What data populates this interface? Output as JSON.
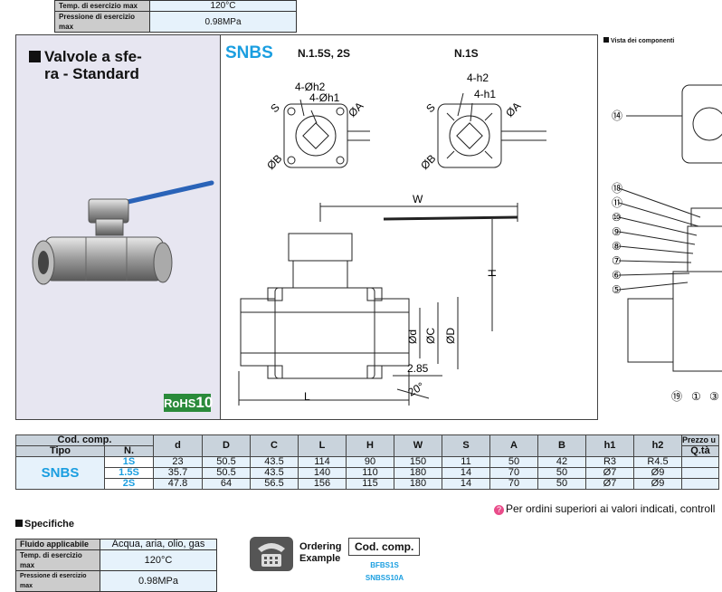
{
  "top_spec": {
    "rows": [
      {
        "key": "Temp. di esercizio max",
        "value": "120°C"
      },
      {
        "key": "Pressione di esercizio max",
        "value": "0.98MPa"
      }
    ]
  },
  "panel": {
    "title_line1": "Valvole a sfe-",
    "title_line2": "ra - Standard",
    "rohs_text": "RoHS",
    "rohs_num": "10",
    "series": "SNBS",
    "label_n15s": "N.1.5S, 2S",
    "label_n1s": "N.1S",
    "vista": "Vista dei componenti"
  },
  "drawing_labels": {
    "h2_a": "4-Øh2",
    "h1_a": "4-Øh1",
    "s": "S",
    "a": "ØA",
    "b": "ØB",
    "h2_b": "4-h2",
    "h1_b": "4-h1",
    "w": "W",
    "h": "H",
    "d": "Ød",
    "c": "ØC",
    "D": "ØD",
    "dim285": "2.85",
    "angle": "20°",
    "l": "L",
    "parts": [
      "⑭",
      "⑱",
      "⑪",
      "⑩",
      "⑨",
      "⑧",
      "⑦",
      "⑥",
      "⑤",
      "⑲",
      "①",
      "③"
    ]
  },
  "table": {
    "h_codcomp": "Cod. comp.",
    "h_tipo": "Tipo",
    "h_n": "N.",
    "cols": [
      "d",
      "D",
      "C",
      "L",
      "H",
      "W",
      "S",
      "A",
      "B",
      "h1",
      "h2"
    ],
    "h_prezzo": "Prezzo u",
    "h_qta": "Q.tà",
    "tipo": "SNBS",
    "rows": [
      {
        "n": "1S",
        "vals": [
          "23",
          "50.5",
          "43.5",
          "114",
          "90",
          "150",
          "11",
          "50",
          "42",
          "R3",
          "R4.5"
        ]
      },
      {
        "n": "1.5S",
        "vals": [
          "35.7",
          "50.5",
          "43.5",
          "140",
          "110",
          "180",
          "14",
          "70",
          "50",
          "Ø7",
          "Ø9"
        ]
      },
      {
        "n": "2S",
        "vals": [
          "47.8",
          "64",
          "56.5",
          "156",
          "115",
          "180",
          "14",
          "70",
          "50",
          "Ø7",
          "Ø9"
        ]
      }
    ]
  },
  "note": "Per ordini superiori ai valori indicati, controll",
  "specs": {
    "heading": "Specifiche",
    "rows": [
      {
        "key": "Fluido applicabile",
        "value": "Acqua, aria, olio, gas"
      },
      {
        "key": "Temp. di esercizio max",
        "value": "120°C"
      },
      {
        "key": "Pressione di esercizio max",
        "value": "0.98MPa"
      }
    ]
  },
  "ordering": {
    "line1": "Ordering",
    "line2": "Example",
    "cc_label": "Cod. comp.",
    "ex1": "BFBS1S",
    "ex2": "SNBSS10A"
  },
  "colors": {
    "accent": "#1a9ee0",
    "rohs": "#2a8a3a",
    "panel_bg": "#e7e6f1"
  }
}
